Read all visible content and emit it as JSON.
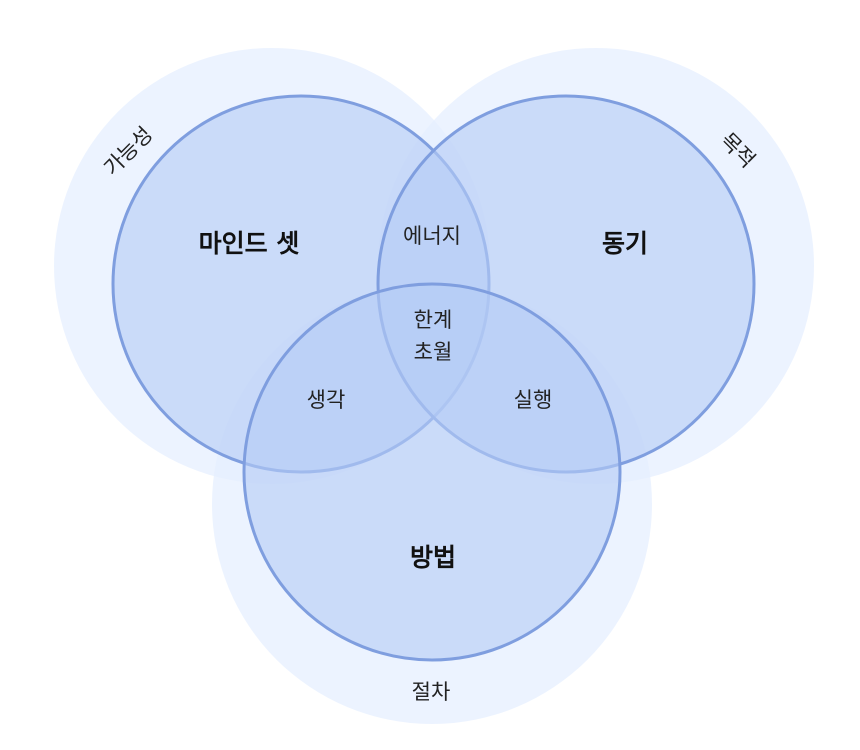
{
  "circles": {
    "mindset": "마인드 셋",
    "motivation": "동기",
    "method": "방법"
  },
  "intersections": {
    "mindset_motivation": "에너지",
    "mindset_method": "생각",
    "motivation_method": "실행",
    "center_line1": "한계",
    "center_line2": "초월"
  },
  "outer": {
    "mindset": "가능성",
    "motivation": "목적",
    "method": "절차"
  },
  "colors": {
    "halo": "#e6efff",
    "circle_fill": "#b4cbf6",
    "circle_stroke": "#7f9edf"
  }
}
